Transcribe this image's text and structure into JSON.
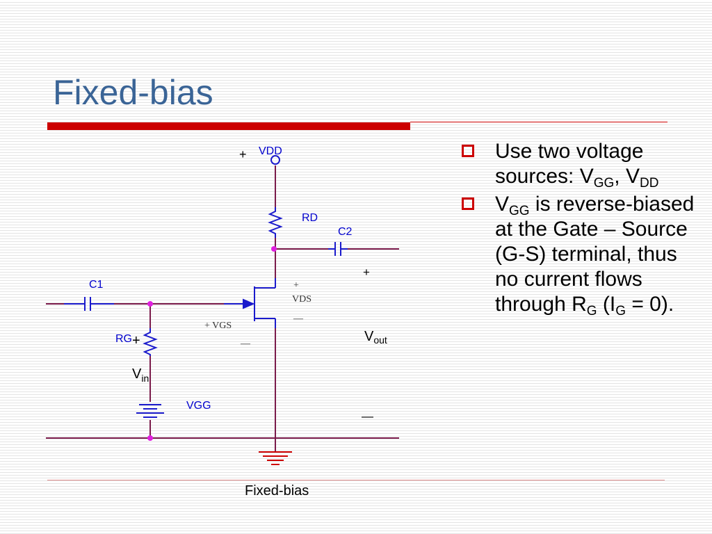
{
  "slide": {
    "title": "Fixed-bias",
    "bullets": {
      "b1": {
        "text": "Use two voltage sources: V",
        "sub1": "GG",
        "mid": ", V",
        "sub2": "DD"
      },
      "b2": {
        "pre": "V",
        "sub1": "GG",
        "text": " is reverse-biased at the Gate – Source (G-S) terminal, thus no current flows through R",
        "sub2": "G",
        "mid": " (I",
        "sub3": "G",
        "end": " = 0)."
      }
    }
  },
  "circuit": {
    "labels": {
      "vdd": "VDD",
      "vdd_plus": "+",
      "rd": "RD",
      "c2": "C2",
      "c1": "C1",
      "rg": "RG",
      "vgg": "VGG",
      "vds_plus": "+",
      "vds": "VDS",
      "vds_minus": "—",
      "vgs": "+ VGS",
      "vgs_minus": "—",
      "vout_plus": "+",
      "vout": "V",
      "vout_sub": "out",
      "vout_minus": "—",
      "vin_plus": "+",
      "vin": "V",
      "vin_sub": "in",
      "caption": "Fixed-bias"
    },
    "colors": {
      "wire": "#7a1a4a",
      "component": "#1a1acc",
      "node": "#e020e0",
      "ground": "#cc0000"
    }
  }
}
